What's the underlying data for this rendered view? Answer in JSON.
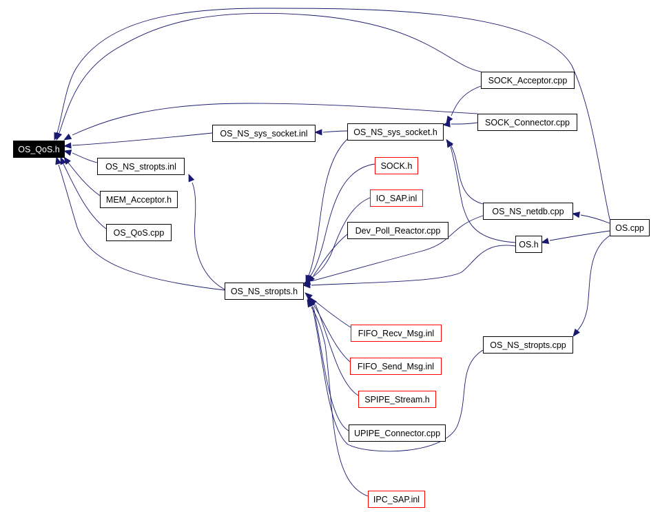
{
  "nodes": {
    "os_qos_h": {
      "label": "OS_QoS.h",
      "border": "root"
    },
    "os_ns_sys_socket_inl": {
      "label": "OS_NS_sys_socket.inl",
      "border": "black"
    },
    "os_ns_stropts_inl": {
      "label": "OS_NS_stropts.inl",
      "border": "black"
    },
    "mem_acceptor_h": {
      "label": "MEM_Acceptor.h",
      "border": "black"
    },
    "os_qos_cpp": {
      "label": "OS_QoS.cpp",
      "border": "black"
    },
    "os_ns_stropts_h": {
      "label": "OS_NS_stropts.h",
      "border": "black"
    },
    "os_ns_sys_socket_h": {
      "label": "OS_NS_sys_socket.h",
      "border": "black"
    },
    "sock_acceptor_cpp": {
      "label": "SOCK_Acceptor.cpp",
      "border": "black"
    },
    "sock_connector_cpp": {
      "label": "SOCK_Connector.cpp",
      "border": "black"
    },
    "sock_h": {
      "label": "SOCK.h",
      "border": "red"
    },
    "io_sap_inl": {
      "label": "IO_SAP.inl",
      "border": "red"
    },
    "dev_poll_reactor_cpp": {
      "label": "Dev_Poll_Reactor.cpp",
      "border": "black"
    },
    "os_ns_netdb_cpp": {
      "label": "OS_NS_netdb.cpp",
      "border": "black"
    },
    "os_h": {
      "label": "OS.h",
      "border": "black"
    },
    "os_cpp": {
      "label": "OS.cpp",
      "border": "black"
    },
    "os_ns_stropts_cpp": {
      "label": "OS_NS_stropts.cpp",
      "border": "black"
    },
    "fifo_recv_msg_inl": {
      "label": "FIFO_Recv_Msg.inl",
      "border": "red"
    },
    "fifo_send_msg_inl": {
      "label": "FIFO_Send_Msg.inl",
      "border": "red"
    },
    "spipe_stream_h": {
      "label": "SPIPE_Stream.h",
      "border": "red"
    },
    "upipe_connector_cpp": {
      "label": "UPIPE_Connector.cpp",
      "border": "black"
    },
    "ipc_sap_inl": {
      "label": "IPC_SAP.inl",
      "border": "red"
    }
  },
  "edges": [
    {
      "from": "sock_acceptor_cpp",
      "to": "os_qos_h"
    },
    {
      "from": "sock_connector_cpp",
      "to": "os_qos_h"
    },
    {
      "from": "os_ns_sys_socket_inl",
      "to": "os_qos_h"
    },
    {
      "from": "os_ns_stropts_inl",
      "to": "os_qos_h"
    },
    {
      "from": "mem_acceptor_h",
      "to": "os_qos_h"
    },
    {
      "from": "os_qos_cpp",
      "to": "os_qos_h"
    },
    {
      "from": "os_ns_stropts_h",
      "to": "os_qos_h"
    },
    {
      "from": "os_cpp",
      "to": "os_qos_h"
    },
    {
      "from": "os_ns_sys_socket_h",
      "to": "os_ns_sys_socket_inl"
    },
    {
      "from": "os_ns_stropts_h",
      "to": "os_ns_stropts_inl"
    },
    {
      "from": "sock_acceptor_cpp",
      "to": "os_ns_sys_socket_h"
    },
    {
      "from": "sock_connector_cpp",
      "to": "os_ns_sys_socket_h"
    },
    {
      "from": "os_ns_netdb_cpp",
      "to": "os_ns_sys_socket_h"
    },
    {
      "from": "os_h",
      "to": "os_ns_sys_socket_h"
    },
    {
      "from": "os_cpp",
      "to": "os_ns_netdb_cpp"
    },
    {
      "from": "os_cpp",
      "to": "os_h"
    },
    {
      "from": "os_cpp",
      "to": "os_ns_stropts_cpp"
    },
    {
      "from": "os_ns_sys_socket_h",
      "to": "os_ns_stropts_h"
    },
    {
      "from": "sock_h",
      "to": "os_ns_stropts_h"
    },
    {
      "from": "io_sap_inl",
      "to": "os_ns_stropts_h"
    },
    {
      "from": "dev_poll_reactor_cpp",
      "to": "os_ns_stropts_h"
    },
    {
      "from": "os_ns_netdb_cpp",
      "to": "os_ns_stropts_h"
    },
    {
      "from": "os_h",
      "to": "os_ns_stropts_h"
    },
    {
      "from": "fifo_recv_msg_inl",
      "to": "os_ns_stropts_h"
    },
    {
      "from": "fifo_send_msg_inl",
      "to": "os_ns_stropts_h"
    },
    {
      "from": "spipe_stream_h",
      "to": "os_ns_stropts_h"
    },
    {
      "from": "upipe_connector_cpp",
      "to": "os_ns_stropts_h"
    },
    {
      "from": "os_ns_stropts_cpp",
      "to": "os_ns_stropts_h"
    },
    {
      "from": "ipc_sap_inl",
      "to": "os_ns_stropts_h"
    }
  ],
  "colors": {
    "edge": "#191970",
    "node_border": "#000000",
    "highlight_border": "#ff0000",
    "root_fill": "#000000",
    "root_text": "#ffffff"
  }
}
